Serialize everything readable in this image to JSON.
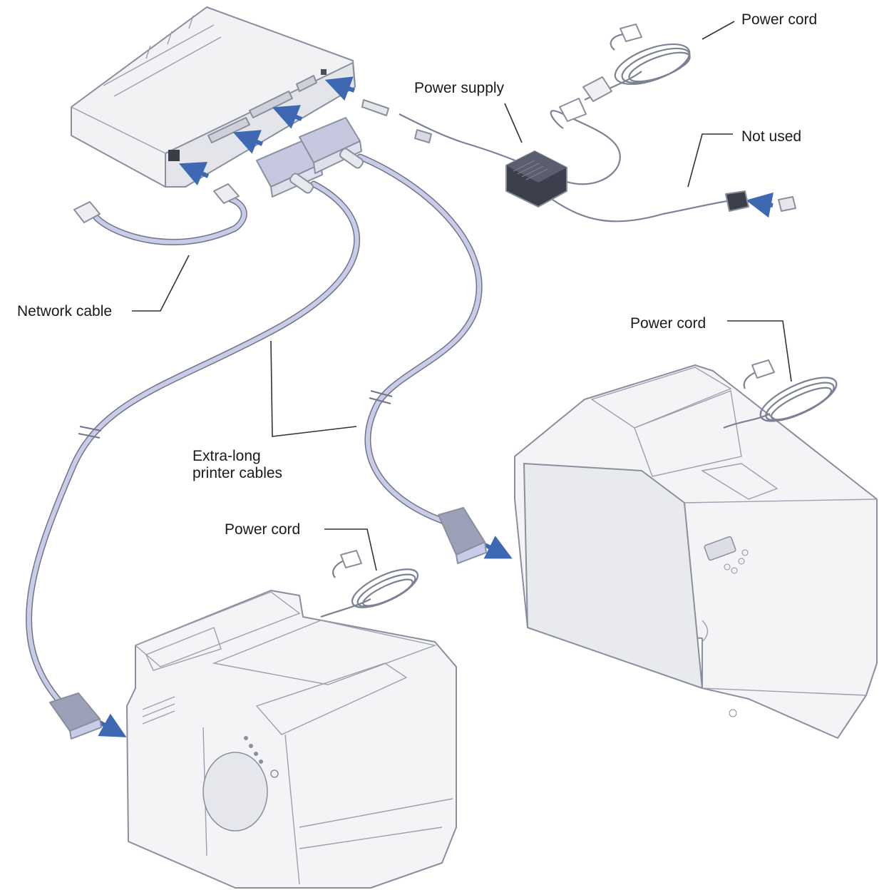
{
  "labels": {
    "power_cord_top": "Power cord",
    "power_supply": "Power supply",
    "not_used": "Not used",
    "network_cable": "Network cable",
    "printer_cables_line1": "Extra-long",
    "printer_cables_line2": "printer cables",
    "power_cord_right": "Power cord",
    "power_cord_left": "Power cord"
  },
  "colors": {
    "arrow": "#3f68b3",
    "cable": "#c9cce6",
    "device_fill": "#f4f4f6",
    "device_shade": "#e6e7ec"
  }
}
